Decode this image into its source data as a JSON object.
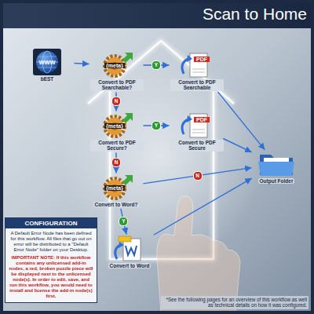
{
  "diagram": {
    "title": "Scan to Home",
    "nodes": [
      {
        "text": [
          "WWW",
          "bEST"
        ]
      },
      {
        "text": [
          "{meta}",
          "Convert to PDF Searchable?"
        ]
      },
      {
        "text": [
          "PDF",
          "Convert to PDF Searchable"
        ]
      },
      {
        "text": [
          "{meta}",
          "Convert to PDF Secure?"
        ]
      },
      {
        "text": [
          "PDF",
          "Convert to PDF Secure"
        ]
      },
      {
        "text": [
          "{meta}",
          "Convert to Word?"
        ]
      },
      {
        "text": [
          "Convert to Word"
        ]
      },
      {
        "text": [
          "Output Folder"
        ]
      },
      {
        "text": [
          "CONFIGURATION",
          "A Default Error Node has been defined for this workflow. All files that go out on error will be distributed to a \"Default Error Node\" folder on your Desktop.",
          "IMPORTANT NOTE: If this workflow contains any unlicensed add-in nodes, a red, broken puzzle piece will be displayed next to the unlicensed node(s). In order to edit, save, and run this workflow, you would need to install and license the add-in node(s) first."
        ]
      }
    ],
    "edges": [
      {
        "from": 0,
        "to": 1,
        "arrow": "to"
      },
      {
        "from": 1,
        "to": 2,
        "label": "Y",
        "arrow": "to"
      },
      {
        "from": 1,
        "to": 3,
        "label": "N",
        "arrow": "to"
      },
      {
        "from": 3,
        "to": 4,
        "label": "Y",
        "arrow": "to"
      },
      {
        "from": 3,
        "to": 5,
        "label": "N",
        "arrow": "to"
      },
      {
        "from": 5,
        "to": 6,
        "label": "Y",
        "arrow": "to"
      },
      {
        "from": 5,
        "to": 7,
        "label": "N",
        "arrow": "to"
      },
      {
        "from": 2,
        "to": 7,
        "arrow": "to"
      },
      {
        "from": 4,
        "to": 7,
        "arrow": "to"
      },
      {
        "from": 6,
        "to": 7,
        "arrow": "to"
      }
    ],
    "labels": [
      "*See the following pages for an overview of this workflow as well as technical details on how it was configured."
    ]
  }
}
